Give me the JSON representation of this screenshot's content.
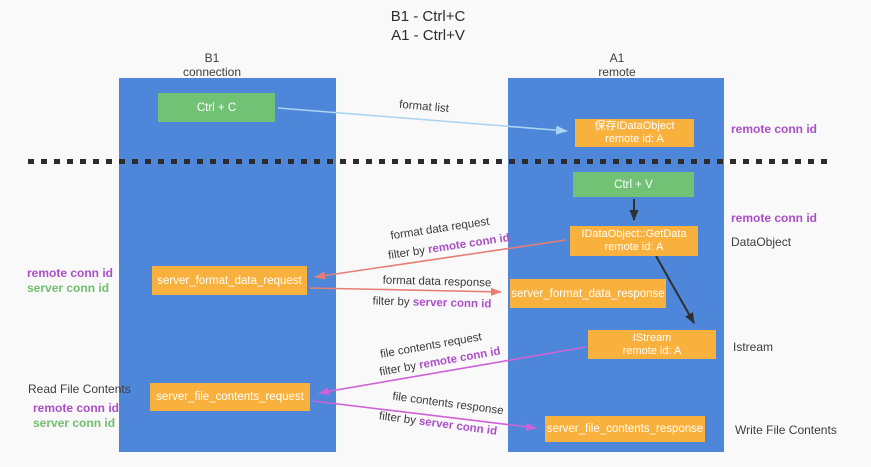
{
  "title": {
    "line1": "B1 - Ctrl+C",
    "line2": "A1 - Ctrl+V"
  },
  "lanes": {
    "left": {
      "name": "B1",
      "role": "connection"
    },
    "right": {
      "name": "A1",
      "role": "remote"
    }
  },
  "nodes": {
    "ctrl_c": {
      "label": "Ctrl + C"
    },
    "ctrl_v": {
      "label": "Ctrl + V"
    },
    "save_idataobject": {
      "line1": "保存IDataObject",
      "line2": "remote id: A"
    },
    "getdata": {
      "line1": "IDataObject::GetData",
      "line2": "remote id: A"
    },
    "istream": {
      "line1": "IStream",
      "line2": "remote id: A"
    },
    "server_format_data_request": {
      "label": "server_format_data_request"
    },
    "server_format_data_response": {
      "label": "server_format_data_response"
    },
    "server_file_contents_request": {
      "label": "server_file_contents_request"
    },
    "server_file_contents_response": {
      "label": "server_file_contents_response"
    }
  },
  "edge_labels": {
    "format_list": "format list",
    "format_data_request": "format data request",
    "format_data_response": "format data response",
    "file_contents_request": "file contents request",
    "file_contents_response": "file contents response",
    "filter_by": "filter by ",
    "remote_conn_id": "remote conn id",
    "server_conn_id": "server conn id"
  },
  "annotations": {
    "remote_conn_id": "remote conn id",
    "server_conn_id": "server conn id",
    "dataobject": "DataObject",
    "istream": "Istream",
    "read_file_contents": "Read File Contents",
    "write_file_contents": "Write File Contents"
  },
  "colors": {
    "lane_blue": "#4e87d9",
    "node_orange": "#f9b13d",
    "node_green": "#72c276",
    "arrow_blue": "#aad4f2",
    "arrow_red": "#e87d76",
    "arrow_magenta": "#ce62d6",
    "arrow_black": "#2f2f2f",
    "label_purple": "#ab4fc7",
    "label_green": "#72bf72",
    "background": "#f9f9f9"
  }
}
